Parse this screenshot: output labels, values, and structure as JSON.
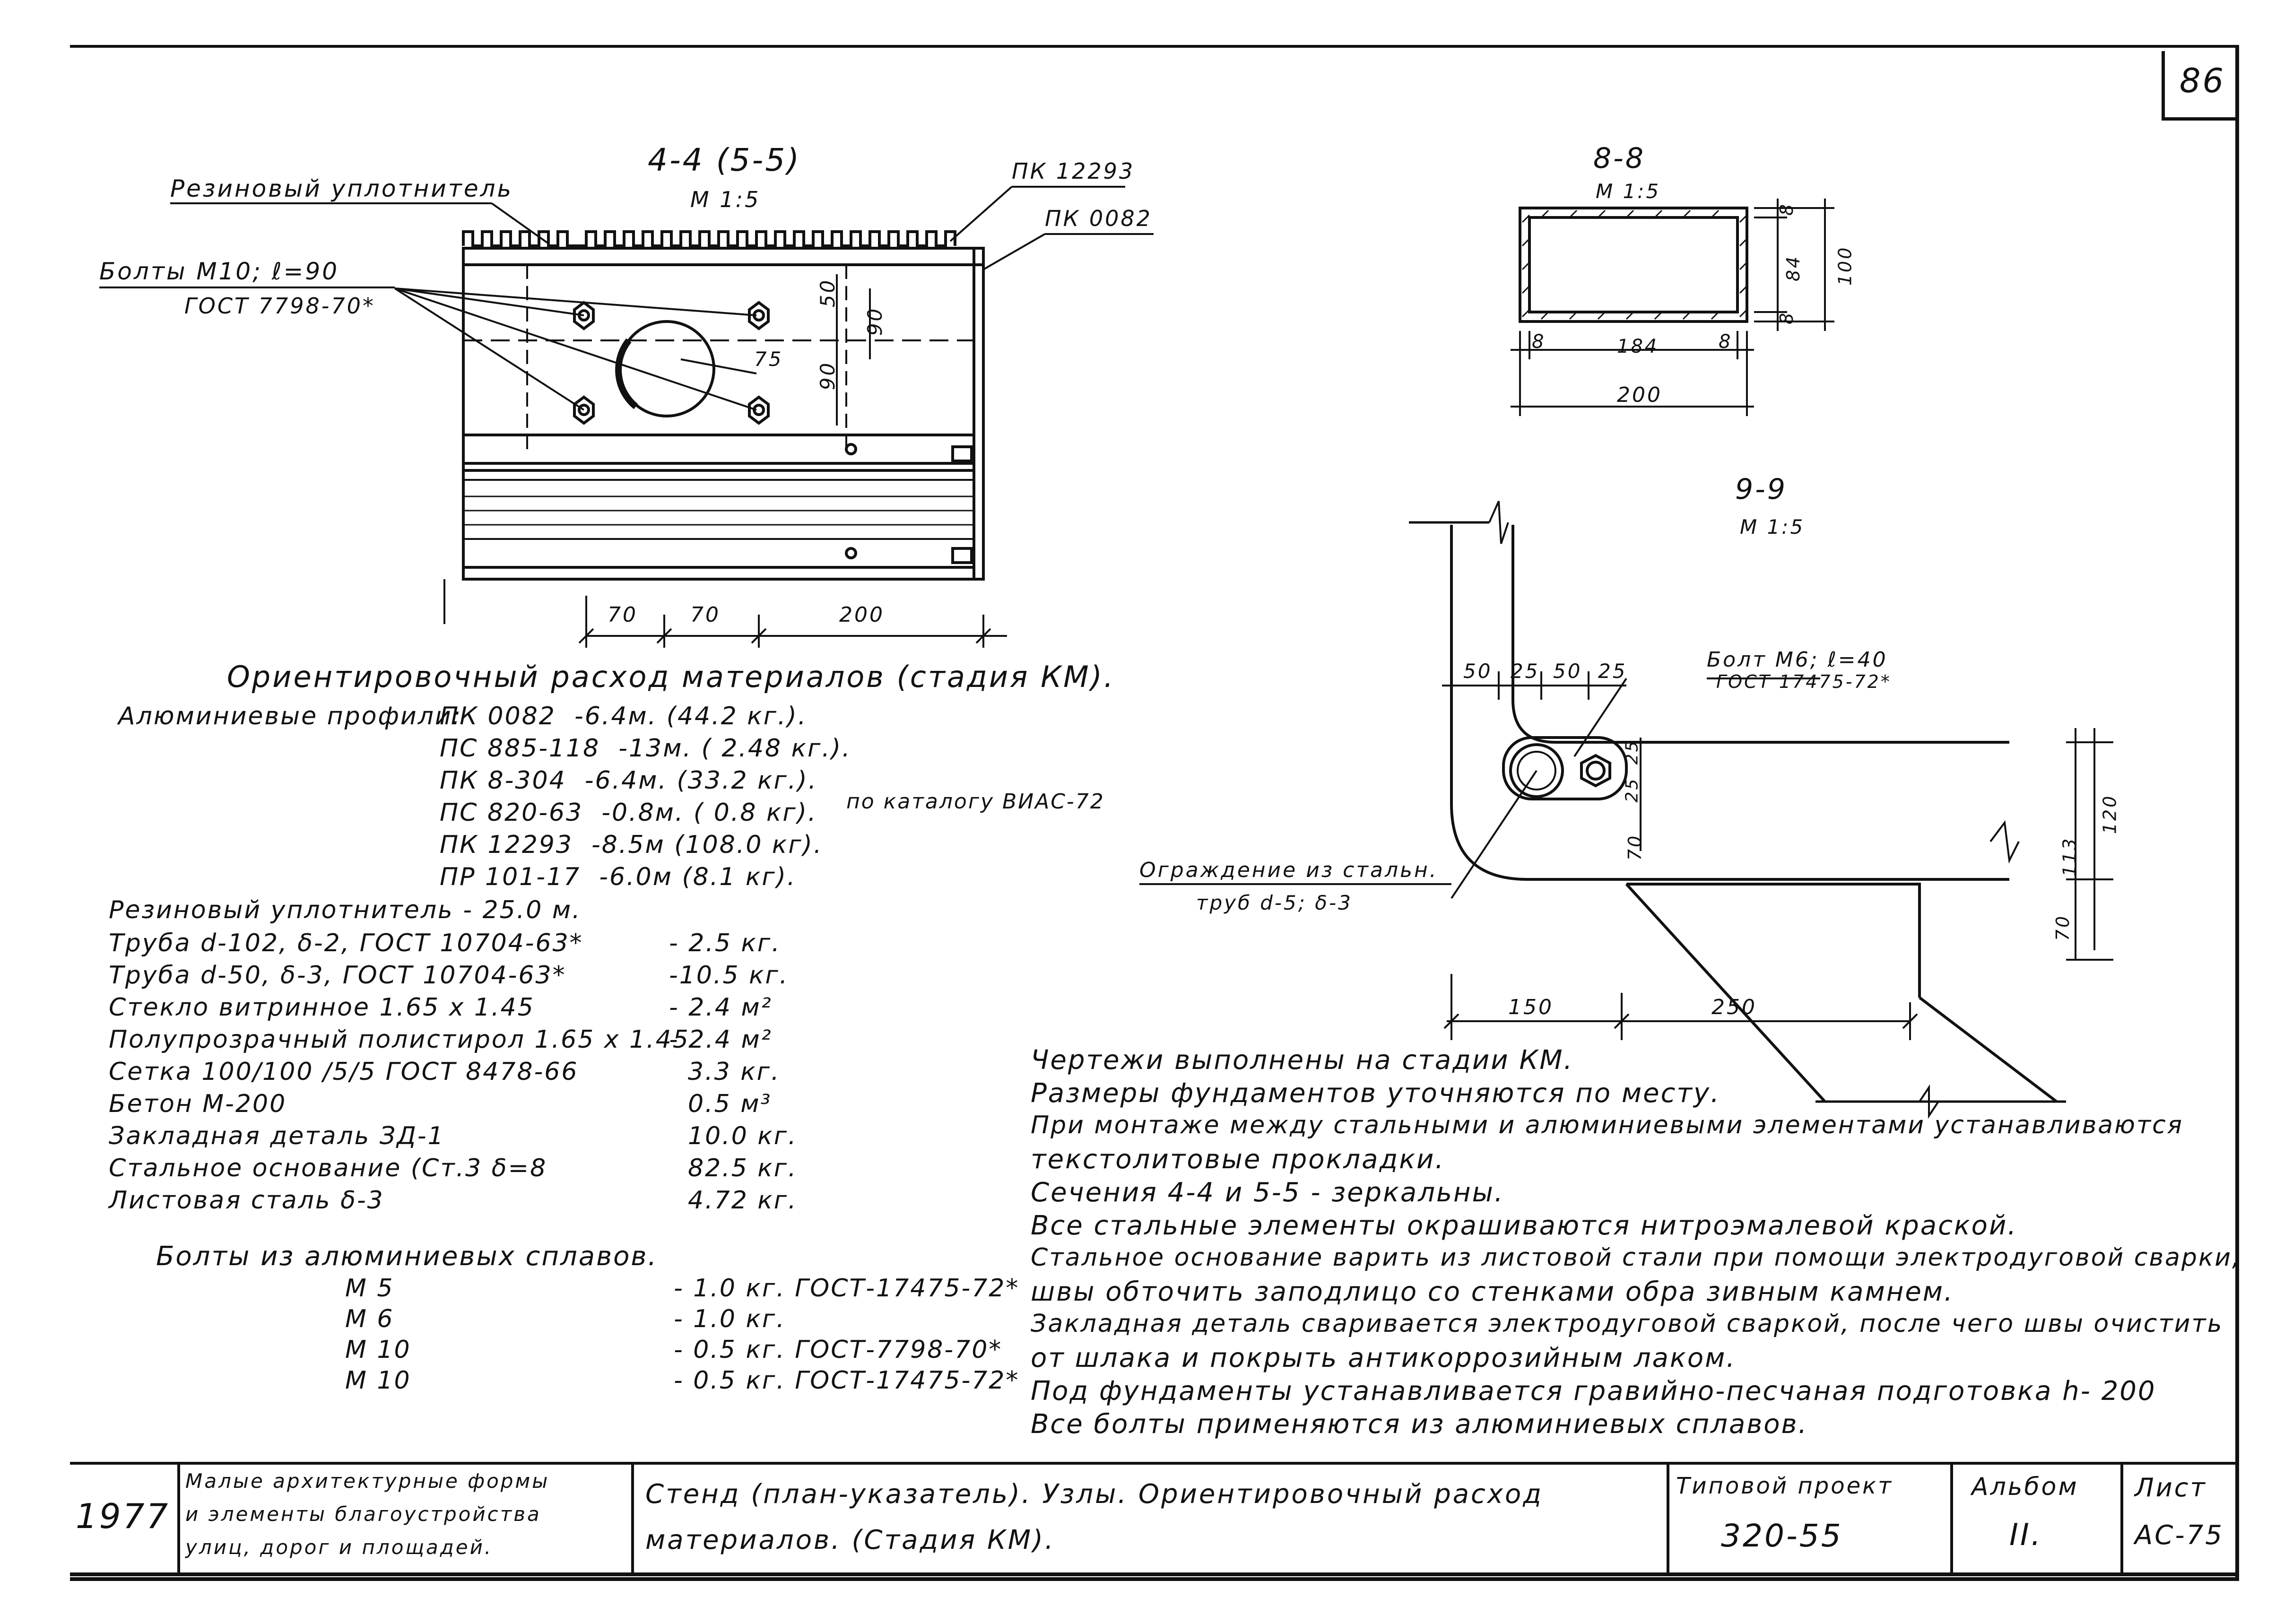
{
  "sheet_number": "86",
  "section_44": {
    "title": "4-4 (5-5)",
    "scale": "М 1:5"
  },
  "section_88": {
    "title": "8-8",
    "scale": "М 1:5"
  },
  "section_99": {
    "title": "9-9",
    "scale": "М 1:5"
  },
  "callouts": {
    "rubber_seal": "Резиновый уплотнитель",
    "bolts_line1": "Болты М10; ℓ=90",
    "bolts_line2": "ГОСТ 7798-70*",
    "pk12293": "ПК 12293",
    "pk0082": "ПК 0082",
    "bolt_m6_line1": "Болт М6; ℓ=40",
    "bolt_m6_line2": "ГОСТ 17475-72*",
    "fence_line1": "Ограждение из стальн.",
    "fence_line2": "труб d-5; δ-3"
  },
  "dims_44": {
    "d50": "50",
    "d90a": "90",
    "d90b": "90",
    "d75": "75",
    "d70a": "70",
    "d70b": "70",
    "d200": "200"
  },
  "dims_88": {
    "d8a": "8",
    "d184": "184",
    "d8b": "8",
    "d200": "200",
    "d8c": "8",
    "d84": "84",
    "d8d": "8",
    "d100": "100"
  },
  "dims_99": {
    "d50a": "50",
    "d25a": "25",
    "d50b": "50",
    "d25b": "25",
    "d25c": "25",
    "d25d": "25",
    "d70a": "70",
    "d120": "120",
    "d113": "113",
    "d70b": "70",
    "d150": "150",
    "d250": "250"
  },
  "materials": {
    "title": "Ориентировочный расход материалов (стадия КМ).",
    "profiles_label": "Алюминиевые профили:",
    "profiles": [
      {
        "name": "ПК 0082",
        "qty": "-6.4м. (44.2 кг.)."
      },
      {
        "name": "ПС 885-118",
        "qty": "-13м. ( 2.48 кг.)."
      },
      {
        "name": "ПК 8-304",
        "qty": "-6.4м. (33.2 кг.)."
      },
      {
        "name": "ПС 820-63",
        "qty": "-0.8м. ( 0.8 кг)."
      },
      {
        "name": "ПК 12293",
        "qty": "-8.5м (108.0 кг)."
      },
      {
        "name": "ПР 101-17",
        "qty": "-6.0м (8.1 кг)."
      }
    ],
    "catalog_note": "по каталогу ВИАС-72",
    "rubber": "Резиновый уплотнитель - 25.0 м.",
    "items": [
      {
        "name": "Труба d-102, δ-2, ГОСТ 10704-63*",
        "qty": "- 2.5 кг."
      },
      {
        "name": "Труба d-50, δ-3, ГОСТ 10704-63*",
        "qty": "-10.5 кг."
      },
      {
        "name": "Стекло витринное 1.65 х 1.45",
        "qty": "- 2.4 м²"
      },
      {
        "name": "Полупрозрачный полистирол 1.65 х 1.45",
        "qty": "- 2.4 м²"
      },
      {
        "name": "Сетка 100/100 /5/5 ГОСТ 8478-66",
        "qty": "3.3 кг."
      },
      {
        "name": "Бетон М-200",
        "qty": "0.5 м³"
      },
      {
        "name": "Закладная деталь ЗД-1",
        "qty": "10.0 кг."
      },
      {
        "name": "Стальное основание (Ст.3 δ=8",
        "qty": "82.5 кг."
      },
      {
        "name": "Листовая сталь δ-3",
        "qty": "4.72 кг."
      }
    ],
    "bolts_header": "Болты из алюминиевых сплавов.",
    "bolts": [
      {
        "name": "М 5",
        "qty": "- 1.0 кг. ГОСТ-17475-72*"
      },
      {
        "name": "М 6",
        "qty": "- 1.0 кг."
      },
      {
        "name": "М 10",
        "qty": "- 0.5 кг. ГОСТ-7798-70*"
      },
      {
        "name": "М 10",
        "qty": "- 0.5 кг. ГОСТ-17475-72*"
      }
    ]
  },
  "notes": [
    "Чертежи выполнены на стадии КМ.",
    "Размеры фундаментов уточняются по месту.",
    "При монтаже между стальными и алюминиевыми элементами устанавливаются",
    "текстолитовые прокладки.",
    "Сечения 4-4 и 5-5 - зеркальны.",
    "Все стальные элементы окрашиваются нитроэмалевой краской.",
    "Стальное основание варить из листовой стали при помощи электродуговой сварки,",
    "швы обточить заподлицо со стенками обра зивным камнем.",
    "Закладная деталь сваривается электродуговой сваркой, после чего швы очистить",
    "от шлака и покрыть антикоррозийным лаком.",
    "Под фундаменты устанавливается гравийно-песчаная подготовка h- 200",
    "Все болты применяются из алюминиевых сплавов."
  ],
  "title_block": {
    "year": "1977",
    "org_line1": "Малые архитектурные формы",
    "org_line2": "и элементы благоустройства",
    "org_line3": "улиц, дорог и площадей.",
    "title_line1": "Стенд (план-указатель). Узлы. Ориентировочный расход",
    "title_line2": "материалов. (Стадия КМ).",
    "project_label": "Типовой проект",
    "project_value": "320-55",
    "album_label": "Альбом",
    "album_value": "II.",
    "sheet_label": "Лист",
    "sheet_value": "АС-75"
  }
}
